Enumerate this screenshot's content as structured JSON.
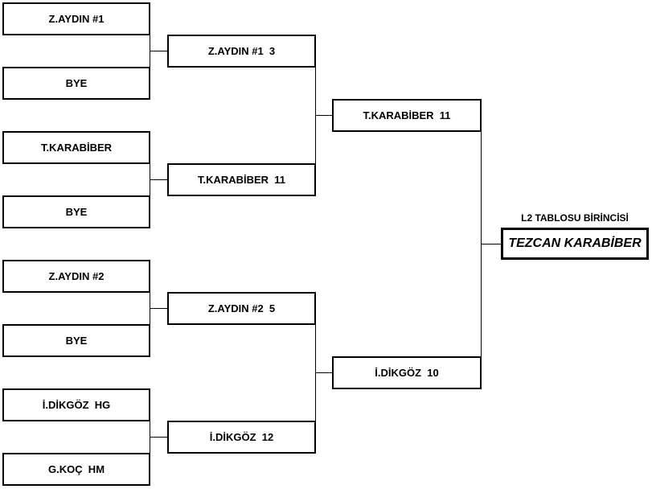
{
  "bracket": {
    "round1": [
      "Z.AYDIN #1",
      "BYE",
      "T.KARABİBER",
      "BYE",
      "Z.AYDIN #2",
      "BYE",
      "İ.DİKGÖZ  HG",
      "G.KOÇ  HM"
    ],
    "round2": [
      "Z.AYDIN #1  3",
      "T.KARABİBER  11",
      "Z.AYDIN #2  5",
      "İ.DİKGÖZ  12"
    ],
    "round3": [
      "T.KARABİBER  11",
      "İ.DİKGÖZ  10"
    ],
    "winner_caption": "L2 TABLOSU BİRİNCİSİ",
    "winner": "TEZCAN KARABİBER"
  }
}
